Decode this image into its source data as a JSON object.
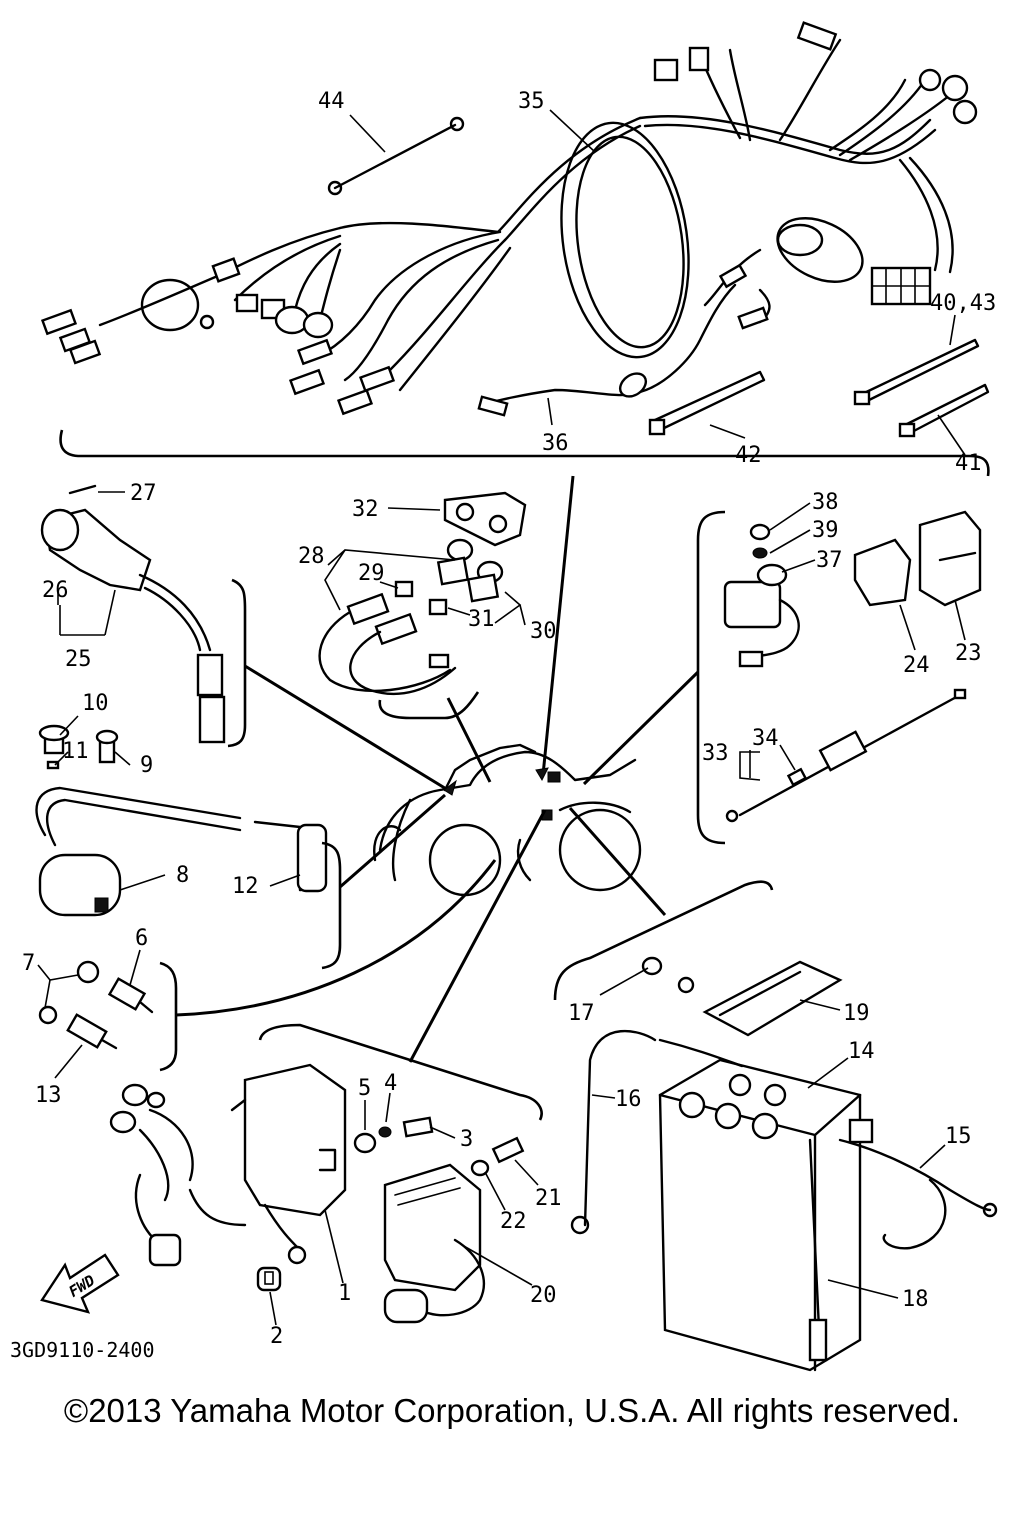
{
  "drawing_code": "3GD9110-2400",
  "copyright": "©2013 Yamaha Motor Corporation, U.S.A. All rights reserved.",
  "fwd_label": "FWD",
  "callouts": [
    {
      "id": "c44",
      "text": "44"
    },
    {
      "id": "c35",
      "text": "35"
    },
    {
      "id": "c36",
      "text": "36"
    },
    {
      "id": "c42",
      "text": "42"
    },
    {
      "id": "c41",
      "text": "41"
    },
    {
      "id": "c4043",
      "text": "40,43"
    },
    {
      "id": "c27",
      "text": "27"
    },
    {
      "id": "c26",
      "text": "26"
    },
    {
      "id": "c25",
      "text": "25"
    },
    {
      "id": "c32",
      "text": "32"
    },
    {
      "id": "c28",
      "text": "28"
    },
    {
      "id": "c29",
      "text": "29"
    },
    {
      "id": "c31",
      "text": "31"
    },
    {
      "id": "c30",
      "text": "30"
    },
    {
      "id": "c38",
      "text": "38"
    },
    {
      "id": "c39",
      "text": "39"
    },
    {
      "id": "c37",
      "text": "37"
    },
    {
      "id": "c24",
      "text": "24"
    },
    {
      "id": "c23",
      "text": "23"
    },
    {
      "id": "c33",
      "text": "33"
    },
    {
      "id": "c34",
      "text": "34"
    },
    {
      "id": "c10",
      "text": "10"
    },
    {
      "id": "c11",
      "text": "11"
    },
    {
      "id": "c9",
      "text": "9"
    },
    {
      "id": "c8",
      "text": "8"
    },
    {
      "id": "c12",
      "text": "12"
    },
    {
      "id": "c7",
      "text": "7"
    },
    {
      "id": "c6",
      "text": "6"
    },
    {
      "id": "c13",
      "text": "13"
    },
    {
      "id": "c5",
      "text": "5"
    },
    {
      "id": "c4",
      "text": "4"
    },
    {
      "id": "c3",
      "text": "3"
    },
    {
      "id": "c21",
      "text": "21"
    },
    {
      "id": "c22",
      "text": "22"
    },
    {
      "id": "c20",
      "text": "20"
    },
    {
      "id": "c1",
      "text": "1"
    },
    {
      "id": "c2",
      "text": "2"
    },
    {
      "id": "c17",
      "text": "17"
    },
    {
      "id": "c19",
      "text": "19"
    },
    {
      "id": "c14",
      "text": "14"
    },
    {
      "id": "c16",
      "text": "16"
    },
    {
      "id": "c15",
      "text": "15"
    },
    {
      "id": "c18",
      "text": "18"
    }
  ]
}
